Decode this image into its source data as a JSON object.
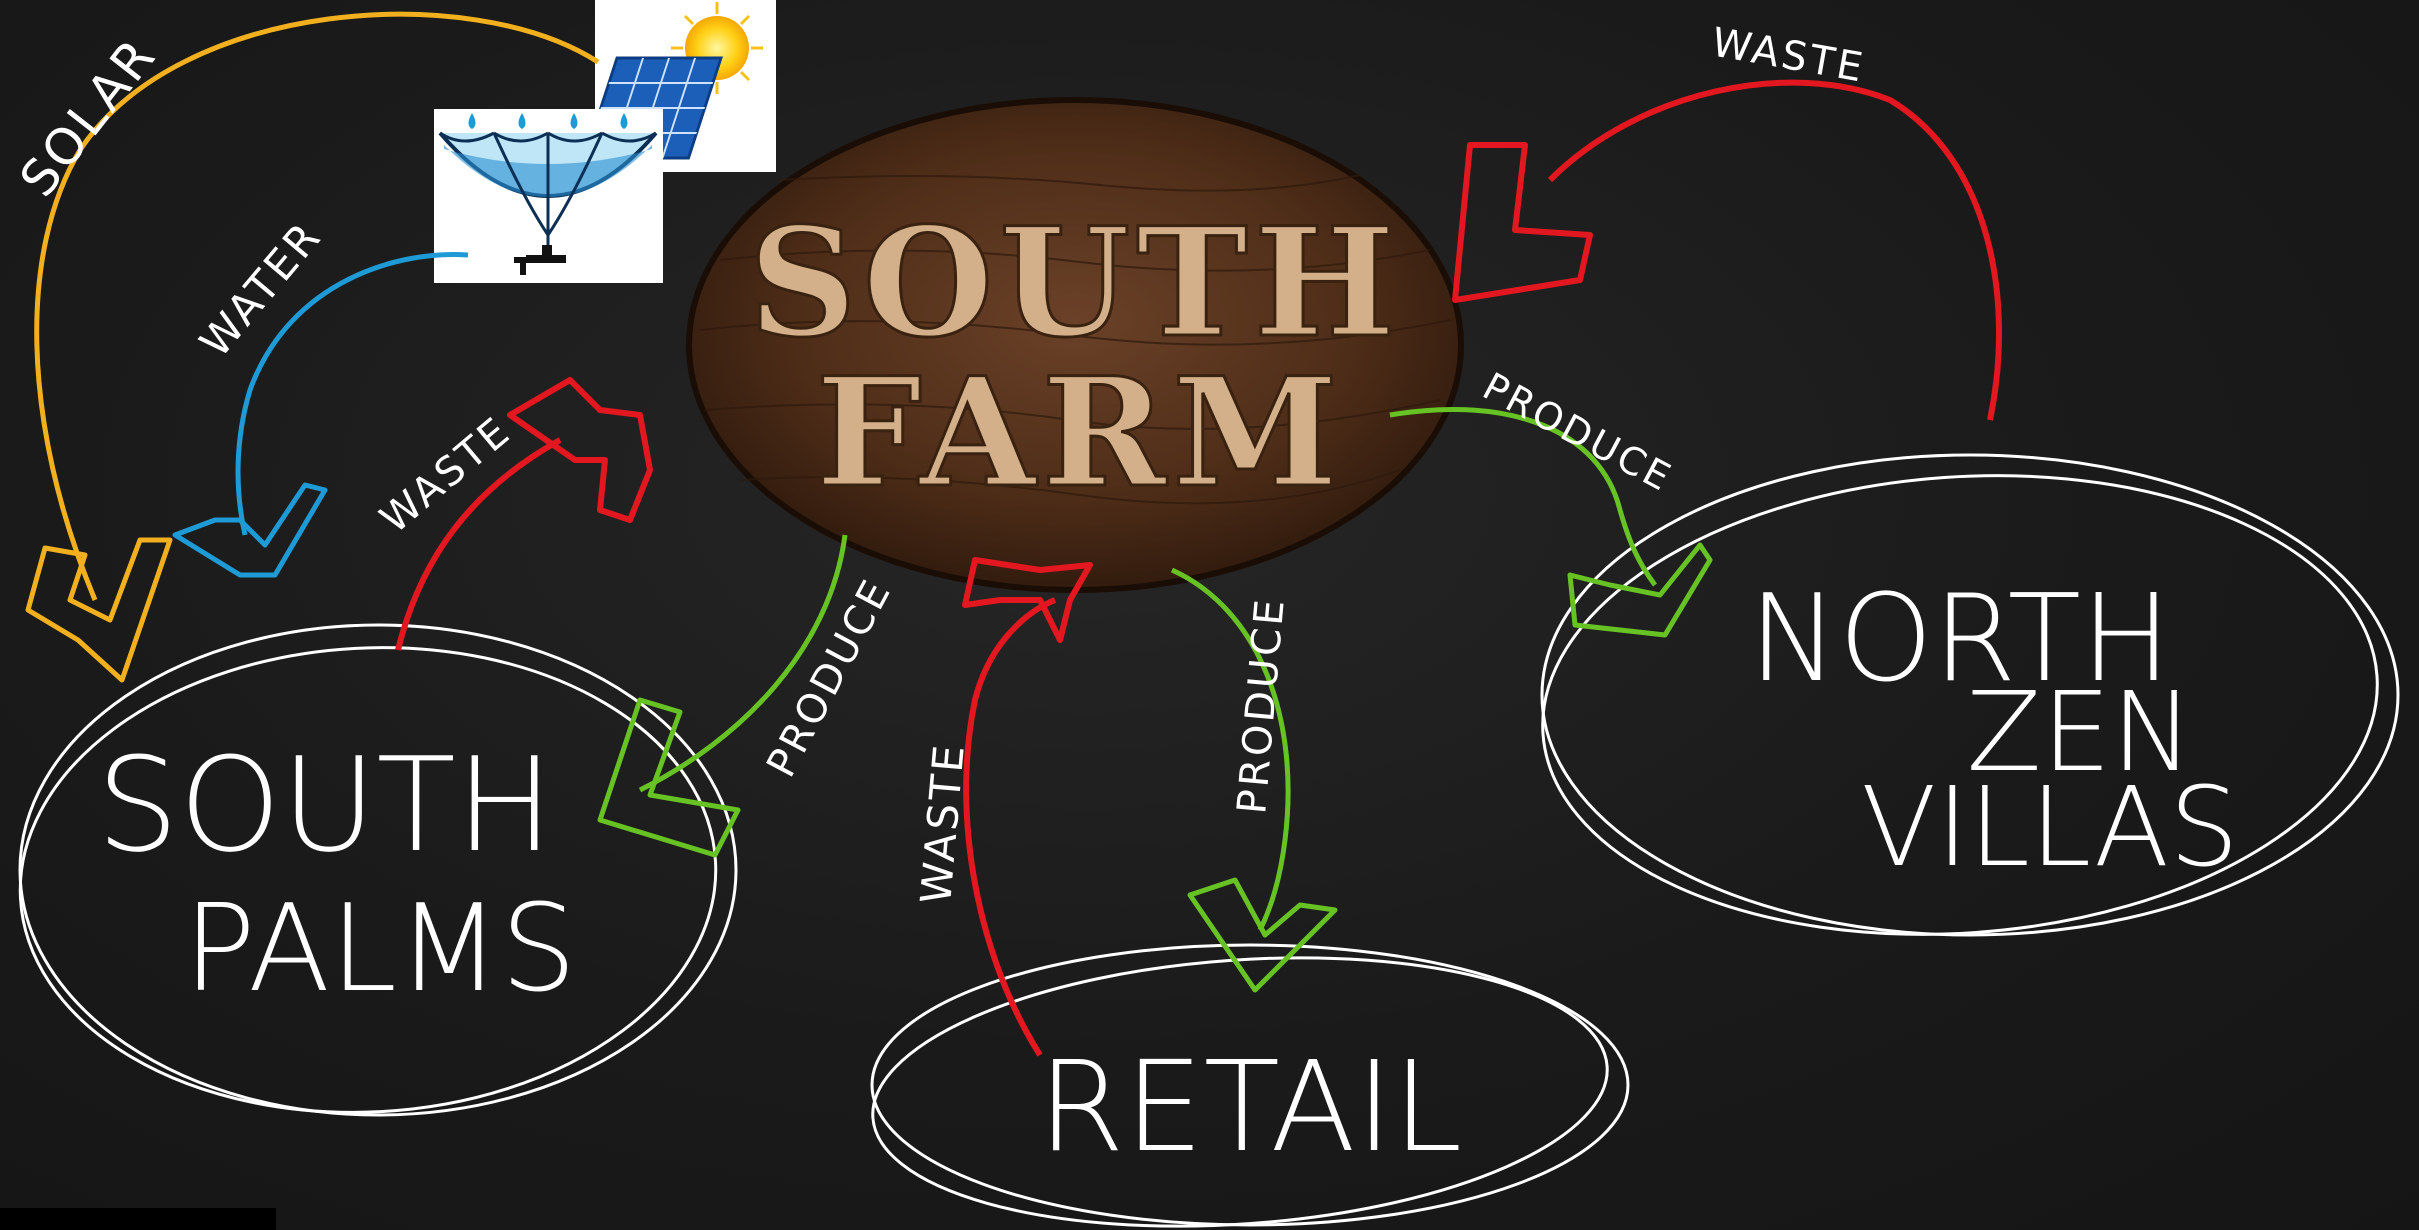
{
  "center": {
    "line1": "SOUTH",
    "line2": "FARM"
  },
  "nodes": {
    "south_palms": {
      "line1": "SOUTH",
      "line2": "PALMS"
    },
    "retail": {
      "line1": "RETAIL"
    },
    "north_zen_villas": {
      "line1": "NORTH",
      "line2": "ZEN",
      "line3": "VILLAS"
    }
  },
  "flows": {
    "solar": "SOLAR",
    "water": "WATER",
    "waste_south_palms": "WASTE",
    "produce_south_palms": "PRODUCE",
    "waste_retail": "WASTE",
    "produce_retail": "PRODUCE",
    "produce_north": "PRODUCE",
    "waste_north": "WASTE"
  },
  "icons": [
    "solar-panel-sun-icon",
    "rainwater-umbrella-tap-icon"
  ],
  "colors": {
    "background": "#1b1b1b",
    "solar": "#f2b01e",
    "water": "#1e9ad6",
    "waste": "#e3171f",
    "produce": "#67c323",
    "chalk": "#ffffff",
    "wood": "#5a3520"
  }
}
